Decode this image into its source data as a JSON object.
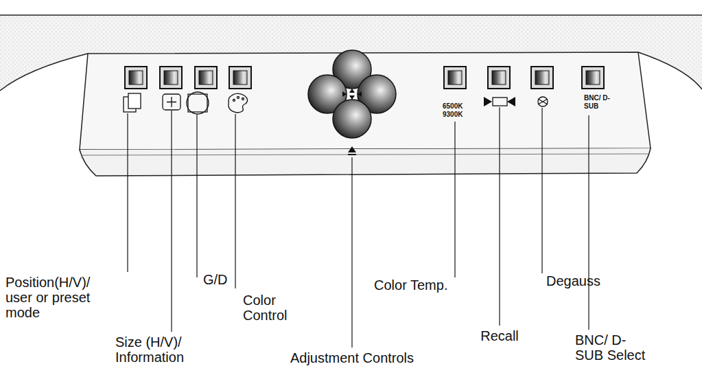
{
  "diagram": {
    "labels": [
      "6500K 9300K",
      "BNC/ D-SUB",
      "Position(H/V)/ user or preset mode",
      "G/D",
      "Color Control",
      "Color Temp.",
      "Degauss",
      "Size (H/V)/ Information",
      "Recall",
      "BNC/ D-SUB Select",
      "Adjustment Controls"
    ]
  }
}
